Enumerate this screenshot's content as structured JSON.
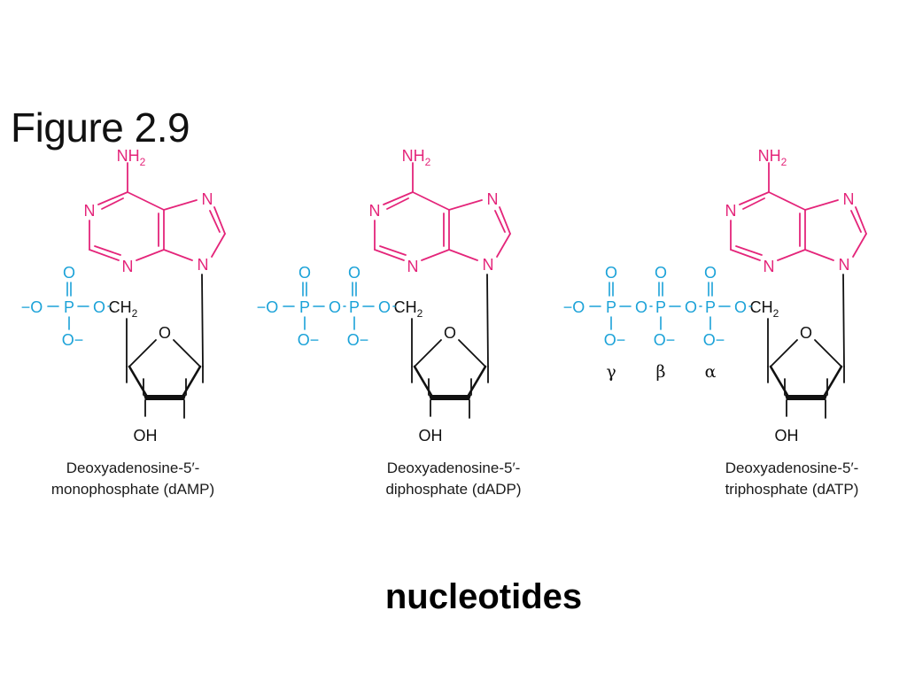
{
  "title": "Figure 2.9",
  "footer_caption": "nucleotides",
  "colors": {
    "base": "#e4257a",
    "phosphate": "#1ba2d8",
    "sugar": "#111111"
  },
  "atoms": {
    "nitrogen": "N",
    "amine": "NH",
    "amine_subscript": "2",
    "oxygen": "O",
    "phosphorus": "P",
    "hydroxyl": "OH",
    "methylene": "CH",
    "methylene_subscript": "2",
    "oxide_anion": "O−",
    "leading_oxide": "−O"
  },
  "molecules": [
    {
      "caption_line1": "Deoxyadenosine-5′-",
      "caption_line2": "monophosphate (dAMP)",
      "phosphate_count": 1
    },
    {
      "caption_line1": "Deoxyadenosine-5′-",
      "caption_line2": "diphosphate (dADP)",
      "phosphate_count": 2
    },
    {
      "caption_line1": "Deoxyadenosine-5′-",
      "caption_line2": "triphosphate (dATP)",
      "phosphate_count": 3
    }
  ],
  "phosphate_labels": [
    "γ",
    "β",
    "α"
  ]
}
